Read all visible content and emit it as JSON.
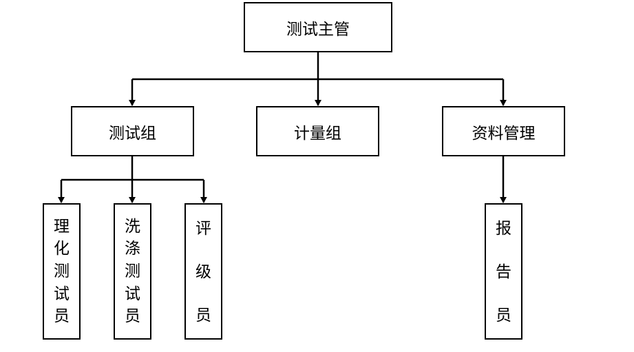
{
  "root": {
    "label": "测试主管"
  },
  "groups": [
    {
      "label": "测试组"
    },
    {
      "label": "计量组"
    },
    {
      "label": "资料管理"
    }
  ],
  "leaves": [
    {
      "label": "理化测试员"
    },
    {
      "label": "洗涤测试员"
    },
    {
      "label": "评级员"
    },
    {
      "label": "报告员"
    }
  ]
}
